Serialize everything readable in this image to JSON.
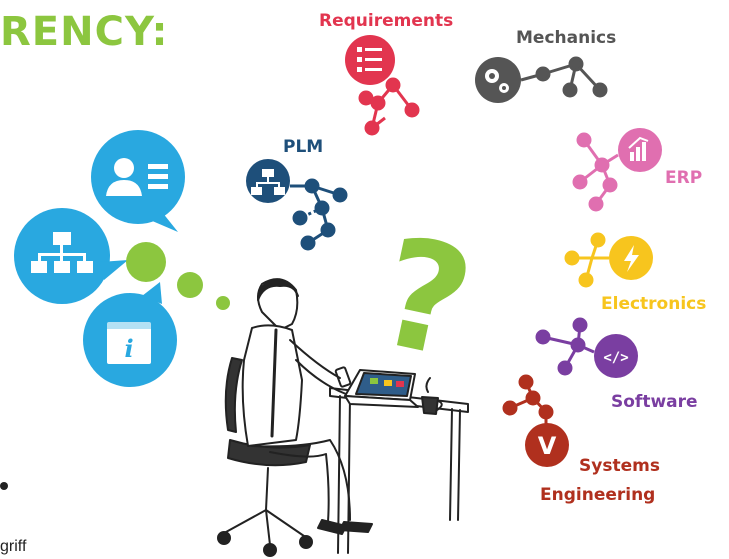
{
  "headline": "RENCY:",
  "edge_text": "griff",
  "labels": {
    "requirements": "Requirements",
    "mechanics": "Mechanics",
    "plm": "PLM",
    "erp": "ERP",
    "electronics": "Electronics",
    "software": "Software",
    "systems": "Systems",
    "engineering": "Engineering"
  },
  "question_mark": "?",
  "software_tag": "</>",
  "systems_letter": "V",
  "info_letter": "i",
  "colors": {
    "green": "#8cc63f",
    "blue": "#29a8e0",
    "requirements": "#e2354f",
    "mechanics": "#555555",
    "plm": "#1e4f7a",
    "erp": "#e06fb0",
    "electronics": "#f7c51e",
    "software": "#7a3ea1",
    "systems": "#b0301e"
  },
  "icons": [
    "user-list-icon",
    "org-chart-icon",
    "info-icon",
    "checklist-icon",
    "gears-icon",
    "hierarchy-icon",
    "chart-icon",
    "lightning-icon",
    "code-icon",
    "v-model-icon"
  ]
}
